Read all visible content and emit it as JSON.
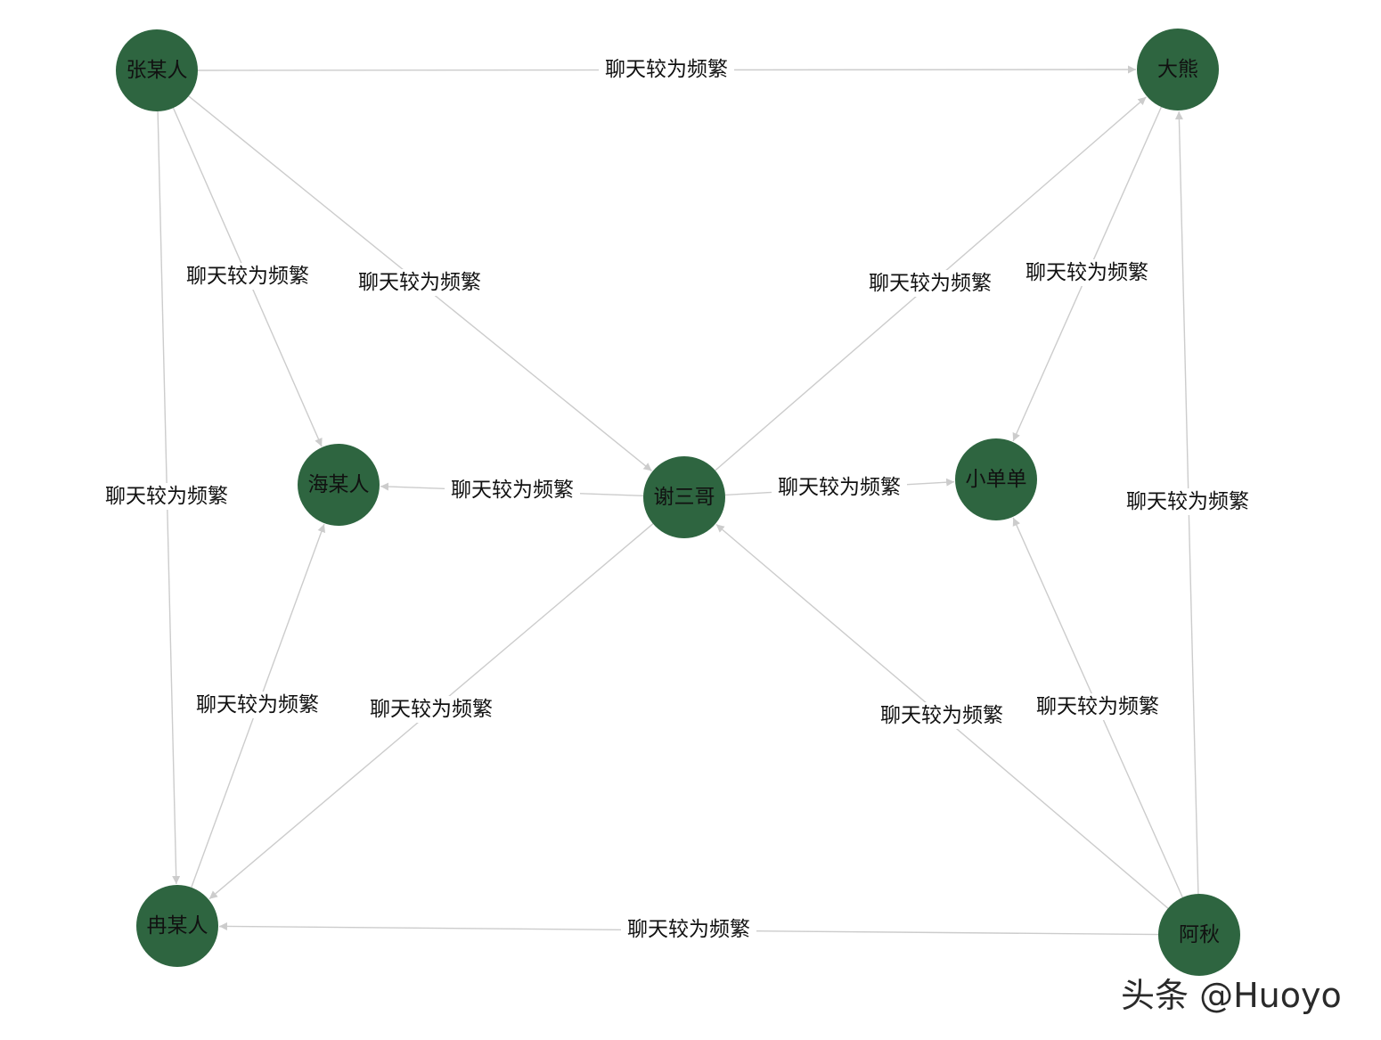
{
  "graph": {
    "node_color": "#2e6540",
    "edge_color": "#cccccc",
    "nodes": [
      {
        "id": "zhang",
        "label": "张某人"
      },
      {
        "id": "daxiong",
        "label": "大熊"
      },
      {
        "id": "hai",
        "label": "海某人"
      },
      {
        "id": "xie",
        "label": "谢三哥"
      },
      {
        "id": "xiaodan",
        "label": "小单单"
      },
      {
        "id": "ran",
        "label": "冉某人"
      },
      {
        "id": "aqiu",
        "label": "阿秋"
      }
    ],
    "edges": [
      {
        "source": "zhang",
        "target": "daxiong",
        "label": "聊天较为频繁"
      },
      {
        "source": "zhang",
        "target": "hai",
        "label": "聊天较为频繁"
      },
      {
        "source": "zhang",
        "target": "xie",
        "label": "聊天较为频繁"
      },
      {
        "source": "zhang",
        "target": "ran",
        "label": "聊天较为频繁"
      },
      {
        "source": "xie",
        "target": "daxiong",
        "label": "聊天较为频繁"
      },
      {
        "source": "daxiong",
        "target": "xiaodan",
        "label": "聊天较为频繁"
      },
      {
        "source": "xie",
        "target": "hai",
        "label": "聊天较为频繁"
      },
      {
        "source": "xie",
        "target": "xiaodan",
        "label": "聊天较为频繁"
      },
      {
        "source": "xie",
        "target": "ran",
        "label": "聊天较为频繁"
      },
      {
        "source": "ran",
        "target": "hai",
        "label": "聊天较为频繁"
      },
      {
        "source": "aqiu",
        "target": "xie",
        "label": "聊天较为频繁"
      },
      {
        "source": "aqiu",
        "target": "xiaodan",
        "label": "聊天较为频繁"
      },
      {
        "source": "aqiu",
        "target": "daxiong",
        "label": "聊天较为频繁"
      },
      {
        "source": "aqiu",
        "target": "ran",
        "label": "聊天较为频繁"
      }
    ]
  },
  "watermark": "头条 @Huoyo"
}
